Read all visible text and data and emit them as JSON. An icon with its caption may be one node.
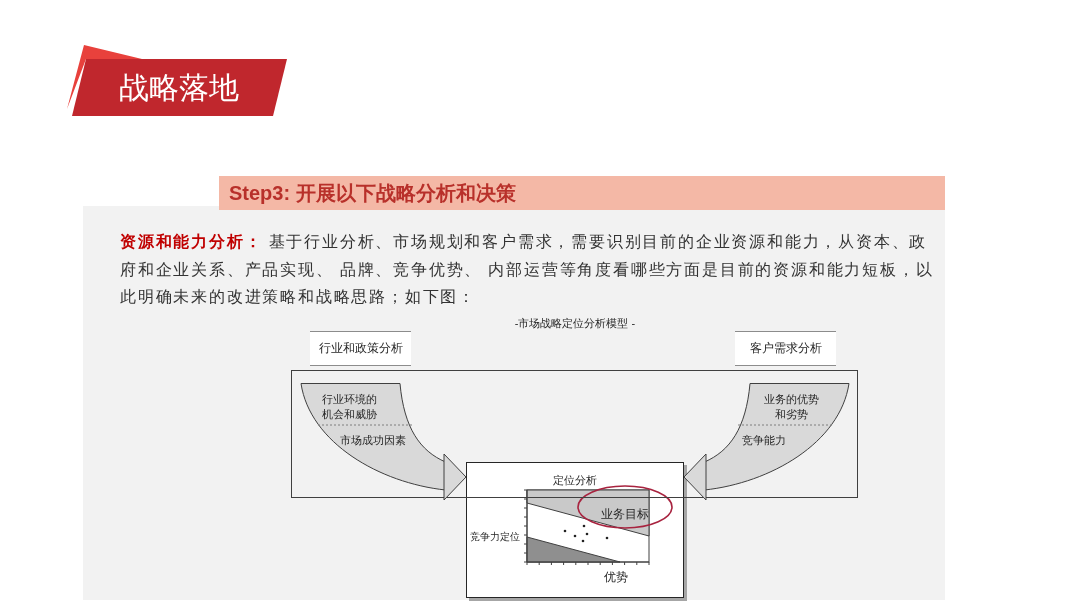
{
  "diagram": {
    "title": "战略落地",
    "nodes": [
      {
        "text": [
          "行业和政策分析"
        ]
      },
      {
        "text": [
          "客户需求分析"
        ]
      },
      {
        "text": [],
        "shape": "box"
      },
      {
        "text": [
          "行业环境的机会和威胁",
          "市场成功因素"
        ],
        "in": 2
      },
      {
        "text": [
          "业务的优势和劣势",
          "竞争能力"
        ],
        "in": 2
      },
      {
        "text": [
          "定位分析"
        ]
      },
      {
        "text": [
          "业务目标"
        ],
        "in": 5
      }
    ],
    "edges": [
      {
        "from": 3,
        "to": 5,
        "arrow": "to"
      },
      {
        "from": 4,
        "to": 5,
        "arrow": "to"
      }
    ],
    "labels": [
      "Step3: 开展以下战略分析和决策",
      "**资源和能力分析：** 基于行业分析、市场规划和客户需求，需要识别目前的企业资源和能力，从资本、政府和企业关系、产品实现、 品牌、竞争优势、 内部运营等角度看哪些方面是目前的资源和能力短板，以此明确未来的改进策略和战略思路；如下图：",
      "-市场战略定位分析模型 -",
      "竞争力定位",
      "优势"
    ]
  }
}
